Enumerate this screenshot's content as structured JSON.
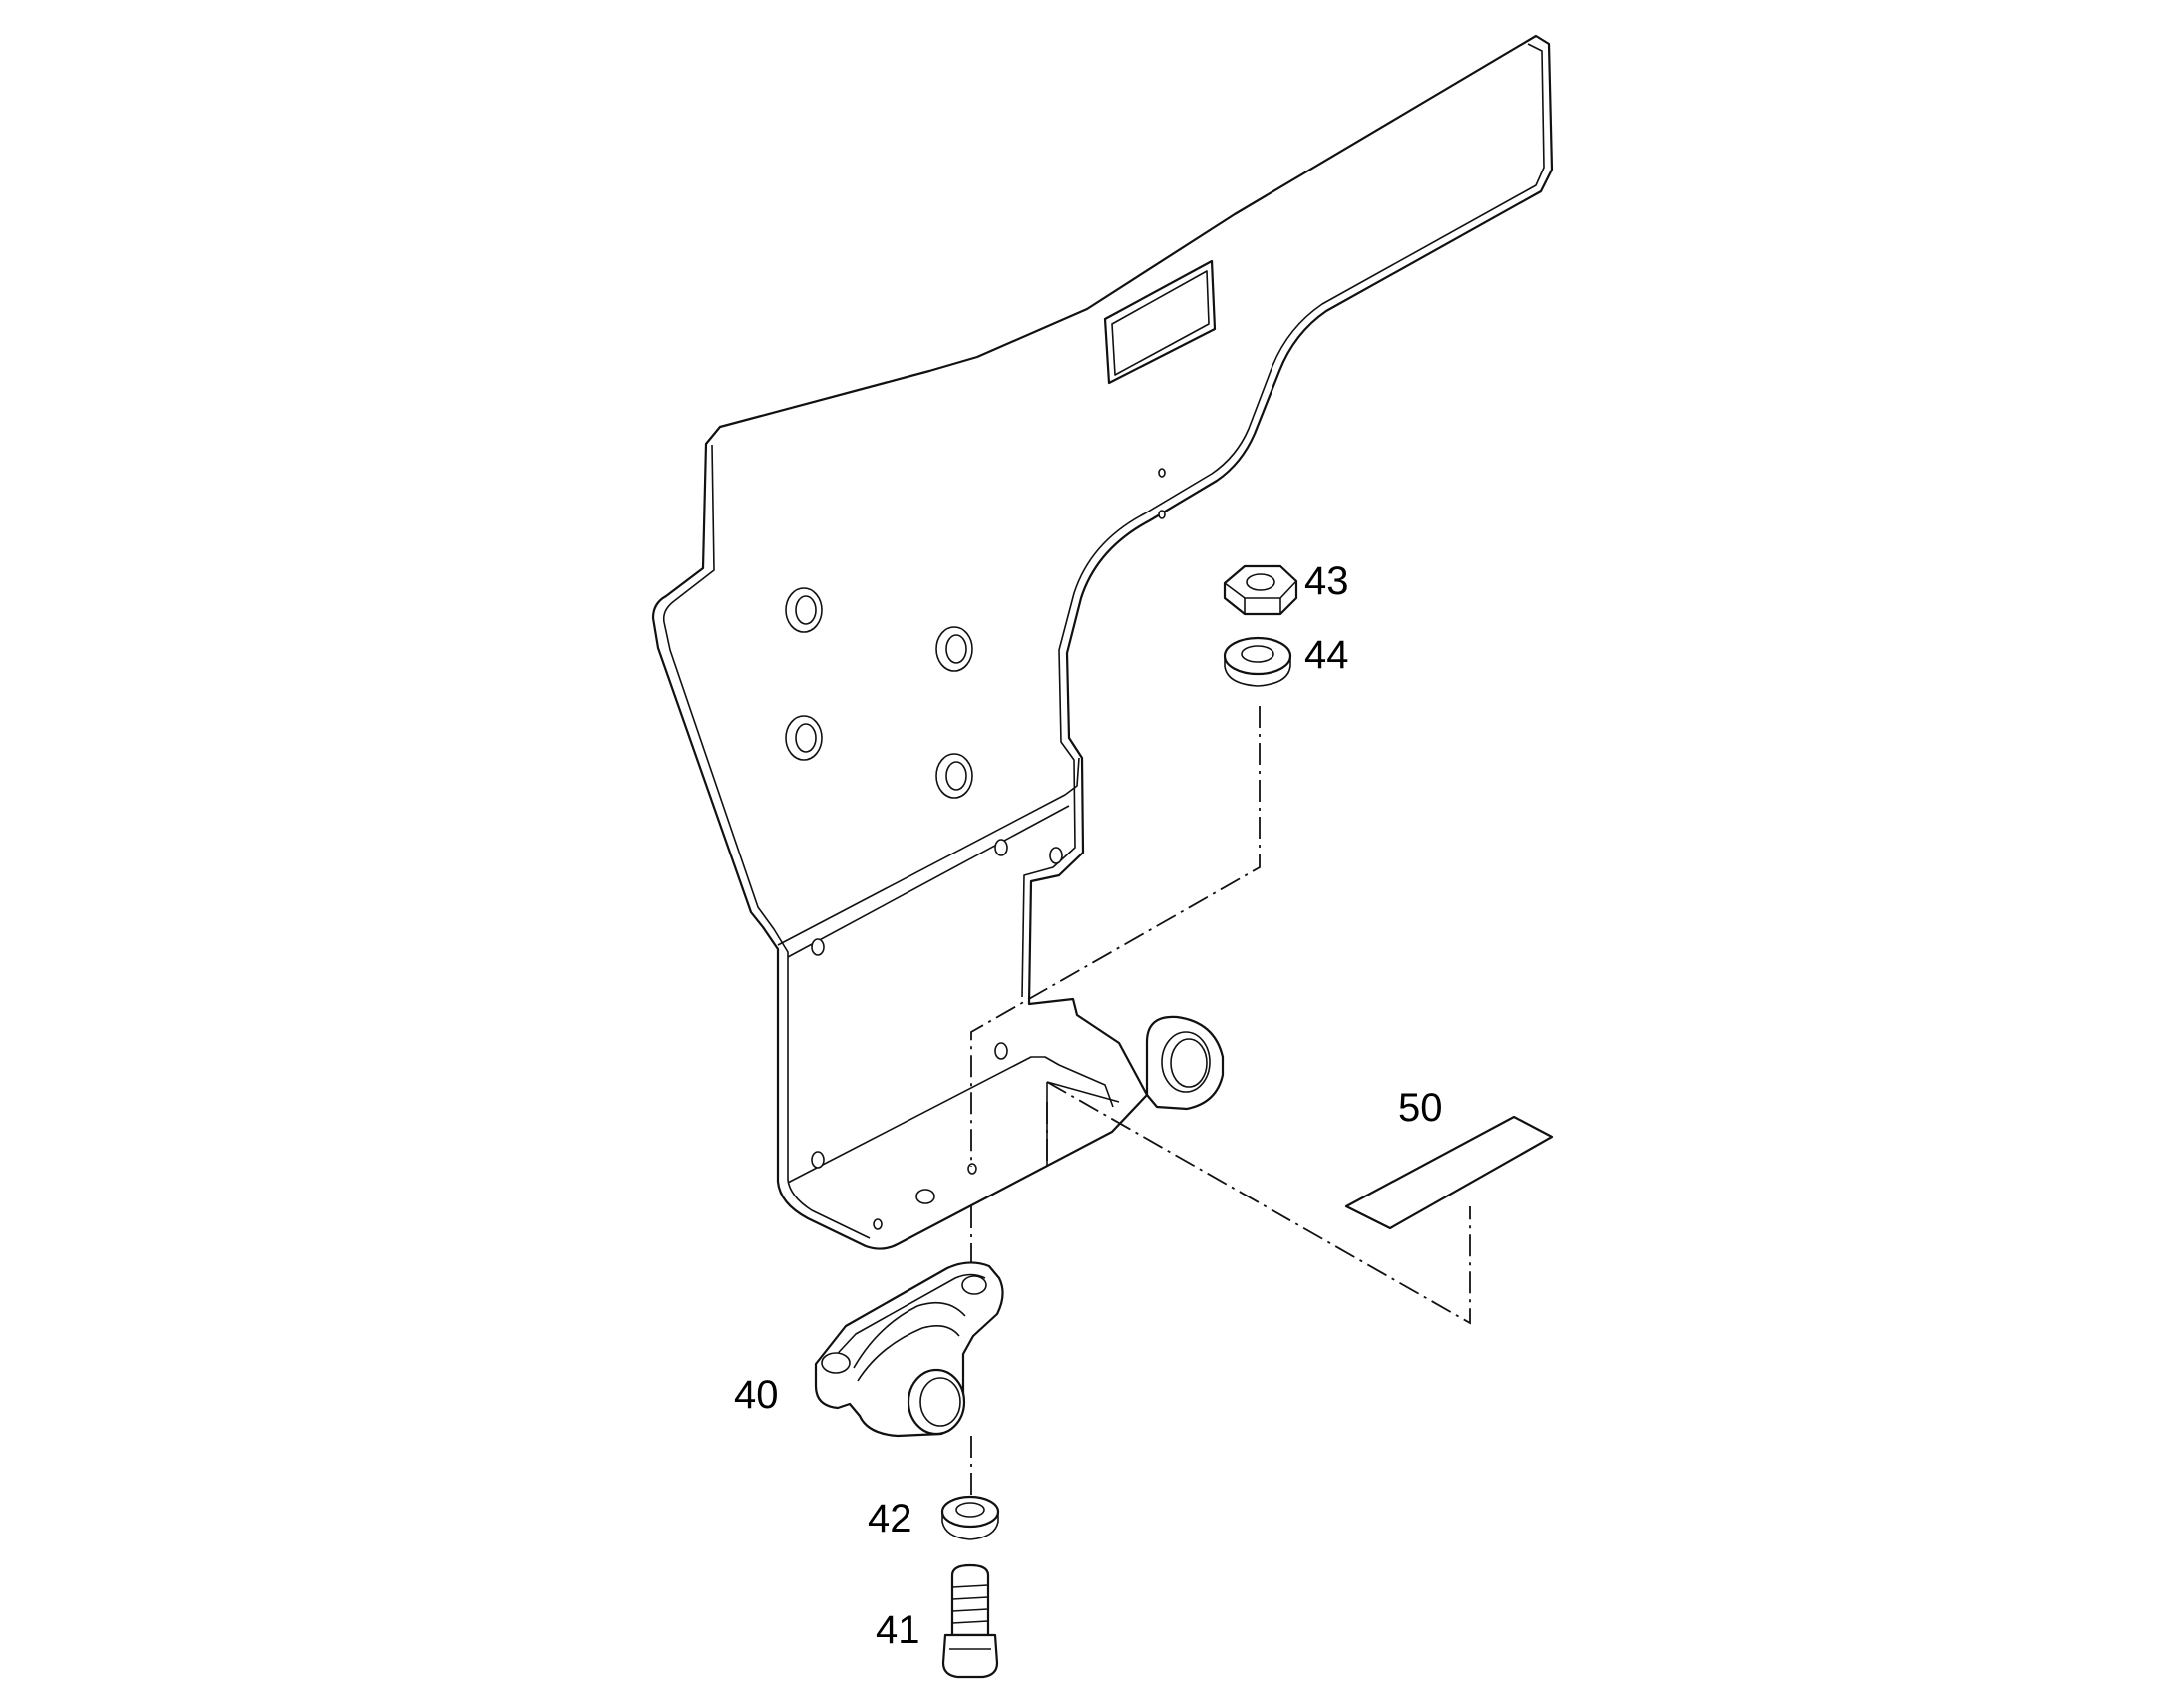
{
  "callouts": {
    "c40": "40",
    "c41": "41",
    "c42": "42",
    "c43": "43",
    "c44": "44",
    "c50": "50"
  },
  "colors": {
    "line": "#111111",
    "background": "#ffffff"
  }
}
